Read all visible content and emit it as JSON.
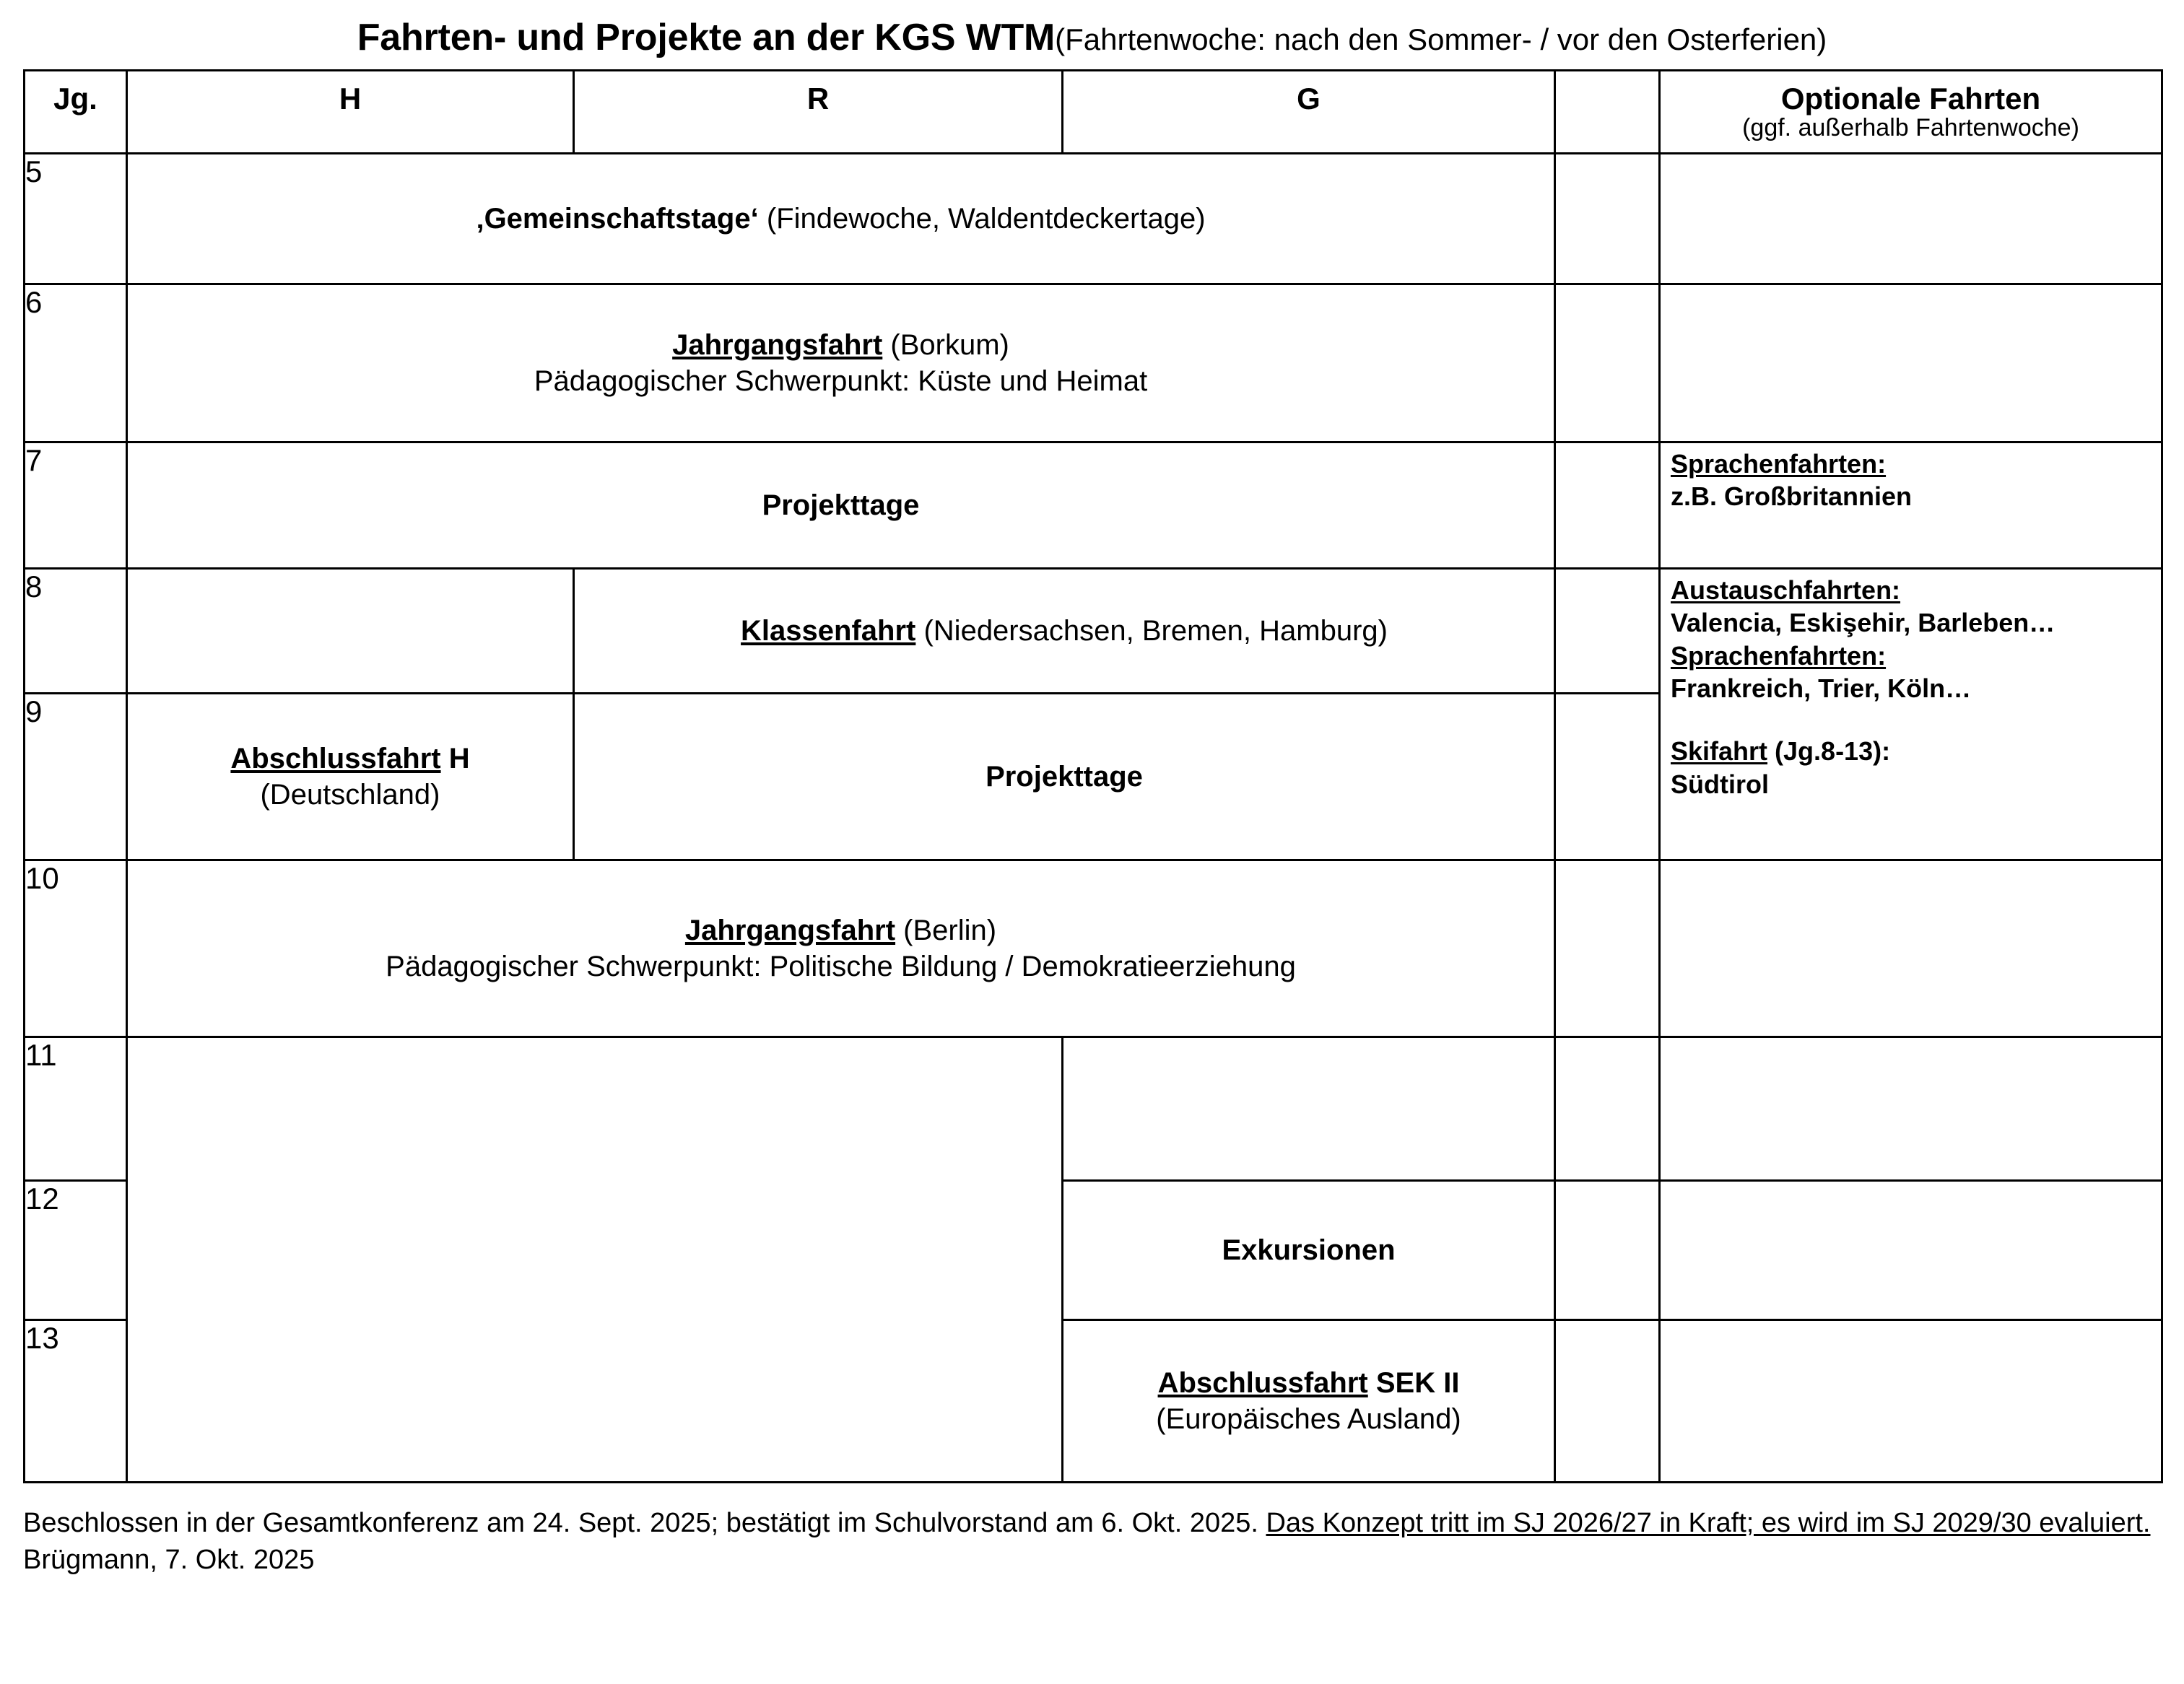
{
  "title": {
    "main": "Fahrten- und Projekte an der KGS WTM",
    "sub": "(Fahrtenwoche: nach den Sommer- / vor den Osterferien)"
  },
  "table": {
    "headers": {
      "jg": "Jg.",
      "h": "H",
      "r": "R",
      "g": "G",
      "spacer": "",
      "optional_main": "Optionale Fahrten",
      "optional_sub": "(ggf. außerhalb Fahrtenwoche)"
    },
    "rows": [
      {
        "jg": "5",
        "cells": [
          {
            "span": 3,
            "shade": "white",
            "align": "center",
            "lines": [
              {
                "parts": [
                  {
                    "text": "‚Gemeinschaftstage‘",
                    "bold": true,
                    "size": "big"
                  },
                  {
                    "text": " (Findewoche, Waldentdeckertage)",
                    "bold": false,
                    "size": "big"
                  }
                ]
              }
            ]
          }
        ],
        "optional": {
          "shade": "white",
          "lines": []
        }
      },
      {
        "jg": "6",
        "cells": [
          {
            "span": 3,
            "shade": "beige",
            "align": "center",
            "lines": [
              {
                "parts": [
                  {
                    "text": "Jahrgangsfahrt",
                    "bold": true,
                    "underline": true,
                    "size": "big"
                  },
                  {
                    "text": " (Borkum)",
                    "bold": false,
                    "size": "big"
                  }
                ]
              },
              {
                "parts": [
                  {
                    "text": "Pädagogischer Schwerpunkt: Küste und Heimat",
                    "bold": false,
                    "size": "big"
                  }
                ]
              }
            ]
          }
        ],
        "optional": {
          "shade": "white",
          "lines": []
        }
      },
      {
        "jg": "7",
        "cells": [
          {
            "span": 3,
            "shade": "white",
            "align": "center",
            "lines": [
              {
                "parts": [
                  {
                    "text": "Projekttage",
                    "bold": true,
                    "size": "big"
                  }
                ]
              }
            ]
          }
        ],
        "optional": {
          "shade": "beige",
          "lines": [
            {
              "parts": [
                {
                  "text": "Sprachenfahrten:",
                  "bold": true,
                  "underline": true
                }
              ]
            },
            {
              "parts": [
                {
                  "text": "z.B. Großbritannien",
                  "bold": true
                }
              ]
            }
          ]
        }
      },
      {
        "jg": "8",
        "cells": [
          {
            "span": 1,
            "shade": "white",
            "align": "center",
            "lines": []
          },
          {
            "span": 2,
            "shade": "beige",
            "align": "center",
            "lines": [
              {
                "parts": [
                  {
                    "text": "Klassenfahrt",
                    "bold": true,
                    "underline": true,
                    "size": "big"
                  },
                  {
                    "text": " (Niedersachsen, Bremen, Hamburg)",
                    "bold": false,
                    "size": "big"
                  }
                ]
              }
            ]
          }
        ],
        "optional": {
          "shade": "beige",
          "rowspan": 2,
          "lines": [
            {
              "parts": [
                {
                  "text": "Austauschfahrten:",
                  "bold": true,
                  "underline": true
                }
              ]
            },
            {
              "parts": [
                {
                  "text": "Valencia, Eskişehir, Barleben…",
                  "bold": true
                }
              ]
            },
            {
              "parts": [
                {
                  "text": "Sprachenfahrten:",
                  "bold": true,
                  "underline": true
                }
              ]
            },
            {
              "parts": [
                {
                  "text": "Frankreich, Trier, Köln…",
                  "bold": true
                }
              ]
            },
            {
              "spacer": true
            },
            {
              "parts": [
                {
                  "text": "Skifahrt",
                  "bold": true,
                  "underline": true
                },
                {
                  "text": " (Jg.8-13):",
                  "bold": true
                }
              ]
            },
            {
              "parts": [
                {
                  "text": "Südtirol",
                  "bold": true
                }
              ]
            }
          ]
        }
      },
      {
        "jg": "9",
        "cells": [
          {
            "span": 1,
            "shade": "beige",
            "align": "center",
            "lines": [
              {
                "parts": [
                  {
                    "text": "Abschlussfahrt",
                    "bold": true,
                    "underline": true,
                    "size": "big"
                  },
                  {
                    "text": " H",
                    "bold": true,
                    "size": "big"
                  }
                ]
              },
              {
                "parts": [
                  {
                    "text": "(Deutschland)",
                    "bold": false,
                    "size": "big"
                  }
                ]
              }
            ]
          },
          {
            "span": 2,
            "shade": "white",
            "align": "center",
            "lines": [
              {
                "parts": [
                  {
                    "text": "Projekttage",
                    "bold": true,
                    "size": "big"
                  }
                ]
              }
            ]
          }
        ],
        "optional": null
      },
      {
        "jg": "10",
        "cells": [
          {
            "span": 3,
            "shade": "beige",
            "align": "center",
            "lines": [
              {
                "parts": [
                  {
                    "text": "Jahrgangsfahrt",
                    "bold": true,
                    "underline": true,
                    "size": "big"
                  },
                  {
                    "text": " (Berlin)",
                    "bold": false,
                    "size": "big"
                  }
                ]
              },
              {
                "parts": [
                  {
                    "text": "Pädagogischer Schwerpunkt: Politische Bildung / Demokratieerziehung",
                    "bold": false,
                    "size": "big"
                  }
                ]
              }
            ]
          }
        ],
        "optional": {
          "shade": "beige",
          "lines": []
        }
      },
      {
        "jg": "11",
        "cells": [
          {
            "span": 2,
            "shade": "white",
            "align": "center",
            "rowspan": 3,
            "lines": []
          },
          {
            "span": 1,
            "shade": "white",
            "align": "center",
            "lines": []
          }
        ],
        "optional": {
          "shade": "white",
          "lines": []
        }
      },
      {
        "jg": "12",
        "cells": [
          {
            "span": 1,
            "shade": "white",
            "align": "center",
            "lines": [
              {
                "parts": [
                  {
                    "text": "Exkursionen",
                    "bold": true,
                    "size": "big"
                  }
                ]
              }
            ]
          }
        ],
        "optional": {
          "shade": "white",
          "lines": []
        }
      },
      {
        "jg": "13",
        "cells": [
          {
            "span": 1,
            "shade": "beige",
            "align": "center",
            "lines": [
              {
                "parts": [
                  {
                    "text": "Abschlussfahrt",
                    "bold": true,
                    "underline": true,
                    "size": "big"
                  },
                  {
                    "text": " SEK II",
                    "bold": true,
                    "size": "big"
                  }
                ]
              },
              {
                "parts": [
                  {
                    "text": "(Europäisches Ausland)",
                    "bold": false,
                    "size": "big"
                  }
                ]
              }
            ]
          }
        ],
        "optional": {
          "shade": "white",
          "lines": []
        }
      }
    ]
  },
  "footer": {
    "line1_a": "Beschlossen in der Gesamtkonferenz am 24. Sept. 2025; bestätigt im Schulvorstand am 6. Okt. 2025. ",
    "line1_b": "Das Konzept tritt im SJ 2026/27 in Kraft; es wird im SJ 2029/30 evaluiert.",
    "line2": "Brügmann, 7. Okt. 2025"
  },
  "colors": {
    "header_gray": "#d9d9d9",
    "beige": "#eceade",
    "white": "#ffffff",
    "border": "#000000"
  }
}
